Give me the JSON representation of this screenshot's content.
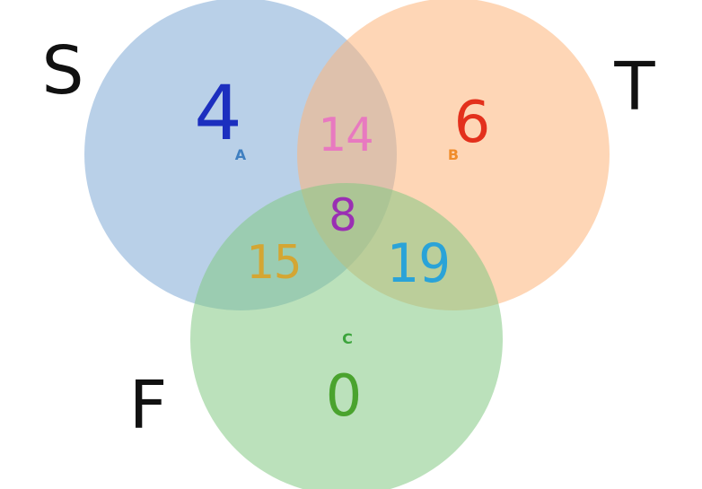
{
  "diagram": {
    "type": "venn-3",
    "colors": {
      "circle_a": "#7fa9d6",
      "circle_b": "#fdb47a",
      "circle_c": "#84c984",
      "set_letter_a": "#3f7fc0",
      "set_letter_b": "#f08c2a",
      "set_letter_c": "#3ca43c",
      "count_a_only": "#1c2fbf",
      "count_b_only": "#e3301c",
      "count_c_only": "#4aa32e",
      "count_ab": "#e879c0",
      "count_ac": "#d4a633",
      "count_bc": "#2aa3d8",
      "count_abc": "#9a2fb3",
      "handwriting": "#111111"
    },
    "sets": [
      {
        "letter": "A",
        "name": "S"
      },
      {
        "letter": "B",
        "name": "T"
      },
      {
        "letter": "C",
        "name": "F"
      }
    ],
    "regions": {
      "a_only": "4",
      "b_only": "6",
      "c_only": "0",
      "a_b": "14",
      "a_c": "15",
      "b_c": "19",
      "a_b_c": "8"
    }
  }
}
